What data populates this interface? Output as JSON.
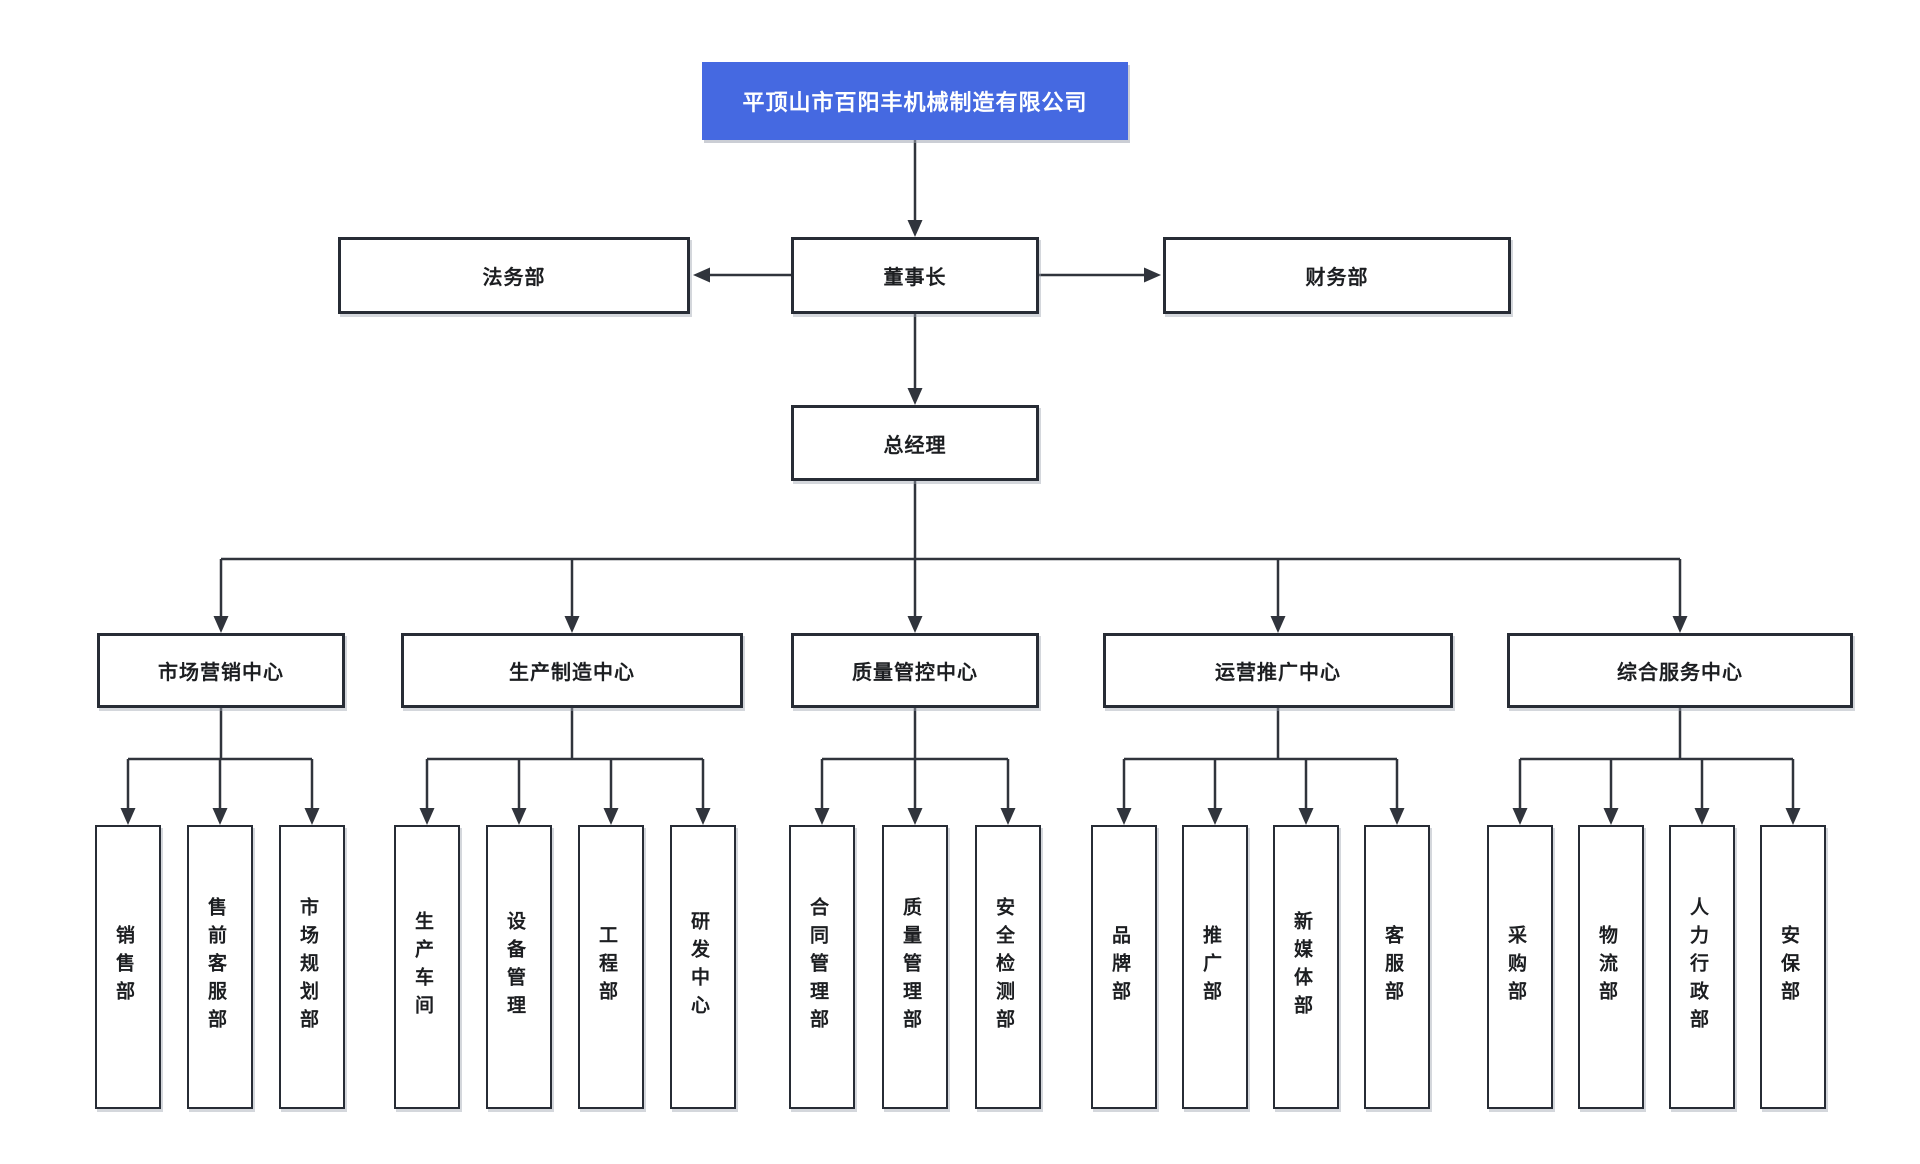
{
  "title": "平顶山市百阳丰机械制造有限公司",
  "nodes": {
    "chairman": "董事长",
    "legal": "法务部",
    "finance": "财务部",
    "general_manager": "总经理"
  },
  "centers": [
    {
      "label": "市场营销中心",
      "departments": [
        "销售部",
        "售前客服部",
        "市场规划部"
      ]
    },
    {
      "label": "生产制造中心",
      "departments": [
        "生产车间",
        "设备管理",
        "工程部",
        "研发中心"
      ]
    },
    {
      "label": "质量管控中心",
      "departments": [
        "合同管理部",
        "质量管理部",
        "安全检测部"
      ]
    },
    {
      "label": "运营推广中心",
      "departments": [
        "品牌部",
        "推广部",
        "新媒体部",
        "客服部"
      ]
    },
    {
      "label": "综合服务中心",
      "departments": [
        "采购部",
        "物流部",
        "人力行政部",
        "安保部"
      ]
    }
  ],
  "colors": {
    "root-bg": "#4569e1",
    "root-text": "#ffffff",
    "line": "#30343c",
    "border": "#272c35",
    "text": "#1c1e21",
    "bg": "#ffffff"
  }
}
